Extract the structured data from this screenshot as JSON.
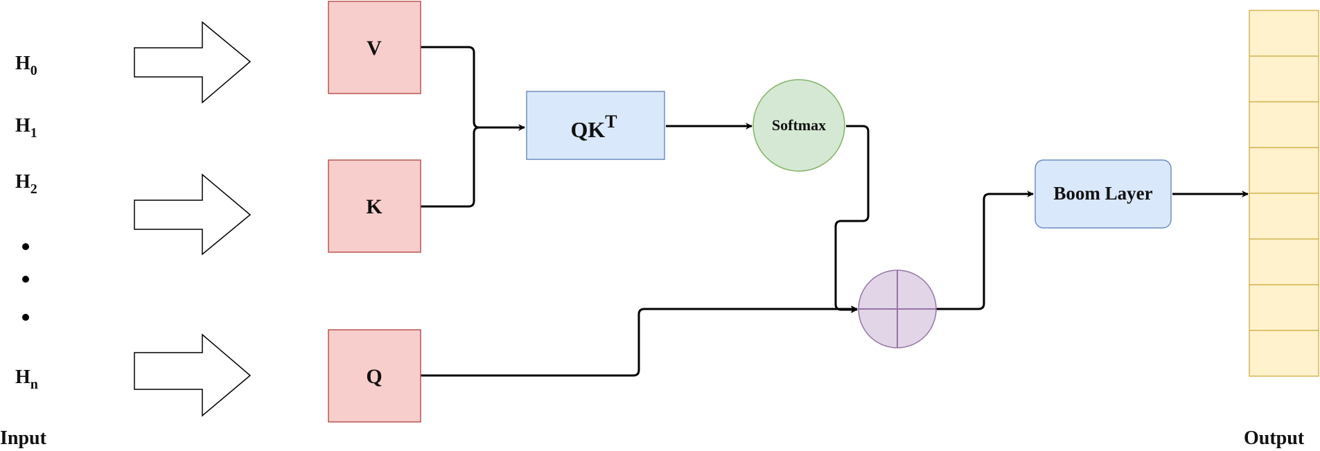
{
  "inputs": {
    "h0": {
      "main": "H",
      "sub": "0"
    },
    "h1": {
      "main": "H",
      "sub": "1"
    },
    "h2": {
      "main": "H",
      "sub": "2"
    },
    "hn": {
      "main": "H",
      "sub": "n"
    }
  },
  "labels": {
    "input": "Input",
    "output": "Output"
  },
  "nodes": {
    "v": "V",
    "k": "K",
    "q": "Q",
    "qkt_main": "QK",
    "qkt_sup": "T",
    "softmax": "Softmax",
    "boom": "Boom Layer"
  },
  "colors": {
    "vkq_fill": "#f8cecc",
    "vkq_stroke": "#b85450",
    "blue_fill": "#dae8fc",
    "blue_stroke": "#6c8ebf",
    "green_fill": "#d5e8d4",
    "green_stroke": "#82b366",
    "purple_fill": "#e1d5e7",
    "purple_stroke": "#9673a6",
    "output_fill": "#fff2cc",
    "output_stroke": "#d6b656"
  },
  "output_cells": 8
}
